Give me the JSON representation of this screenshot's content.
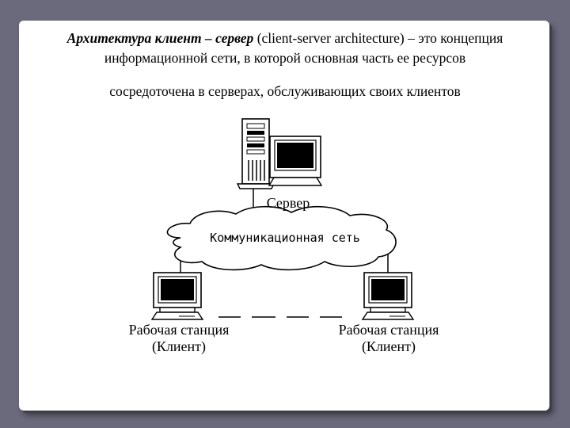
{
  "slide": {
    "heading_term": "Архитектура клиент – сервер",
    "heading_rest": " (client-server architecture) – это концепция информационной сети, в которой основная часть ее ресурсов",
    "heading_line2": "сосредоточена в серверах, обслуживающих своих клиентов"
  },
  "diagram": {
    "server_label": "Сервер",
    "network_label": "Коммуникационная сеть",
    "workstation_left": {
      "label": "Рабочая станция",
      "sublabel": "(Клиент)"
    },
    "workstation_right": {
      "label": "Рабочая станция",
      "sublabel": "(Клиент)"
    }
  },
  "colors": {
    "background": "#6b6a7c",
    "slide": "#ffffff",
    "ink": "#000000"
  }
}
